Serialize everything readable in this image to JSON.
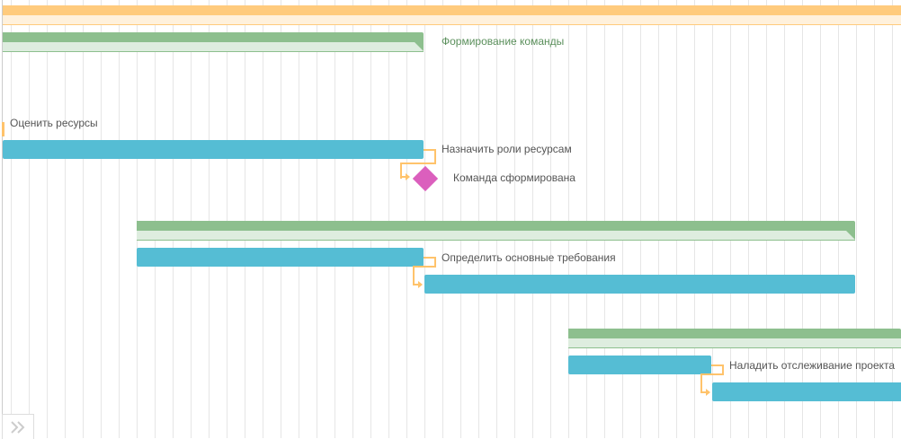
{
  "tasks": {
    "team_formation": "Формирование команды",
    "assess_resources": "Оценить ресурсы",
    "assign_roles": "Назначить роли ресурсам",
    "team_formed": "Команда сформирована",
    "define_requirements": "Определить основные требования",
    "setup_tracking": "Наладить отслеживание проекта"
  },
  "colors": {
    "project": "#ffcb7d",
    "summary": "#8dbf8e",
    "task": "#55bdd4",
    "milestone": "#db5fbd",
    "link": "#ffc36b"
  },
  "footer": {
    "expand_icon": "double-chevron-right-icon"
  }
}
